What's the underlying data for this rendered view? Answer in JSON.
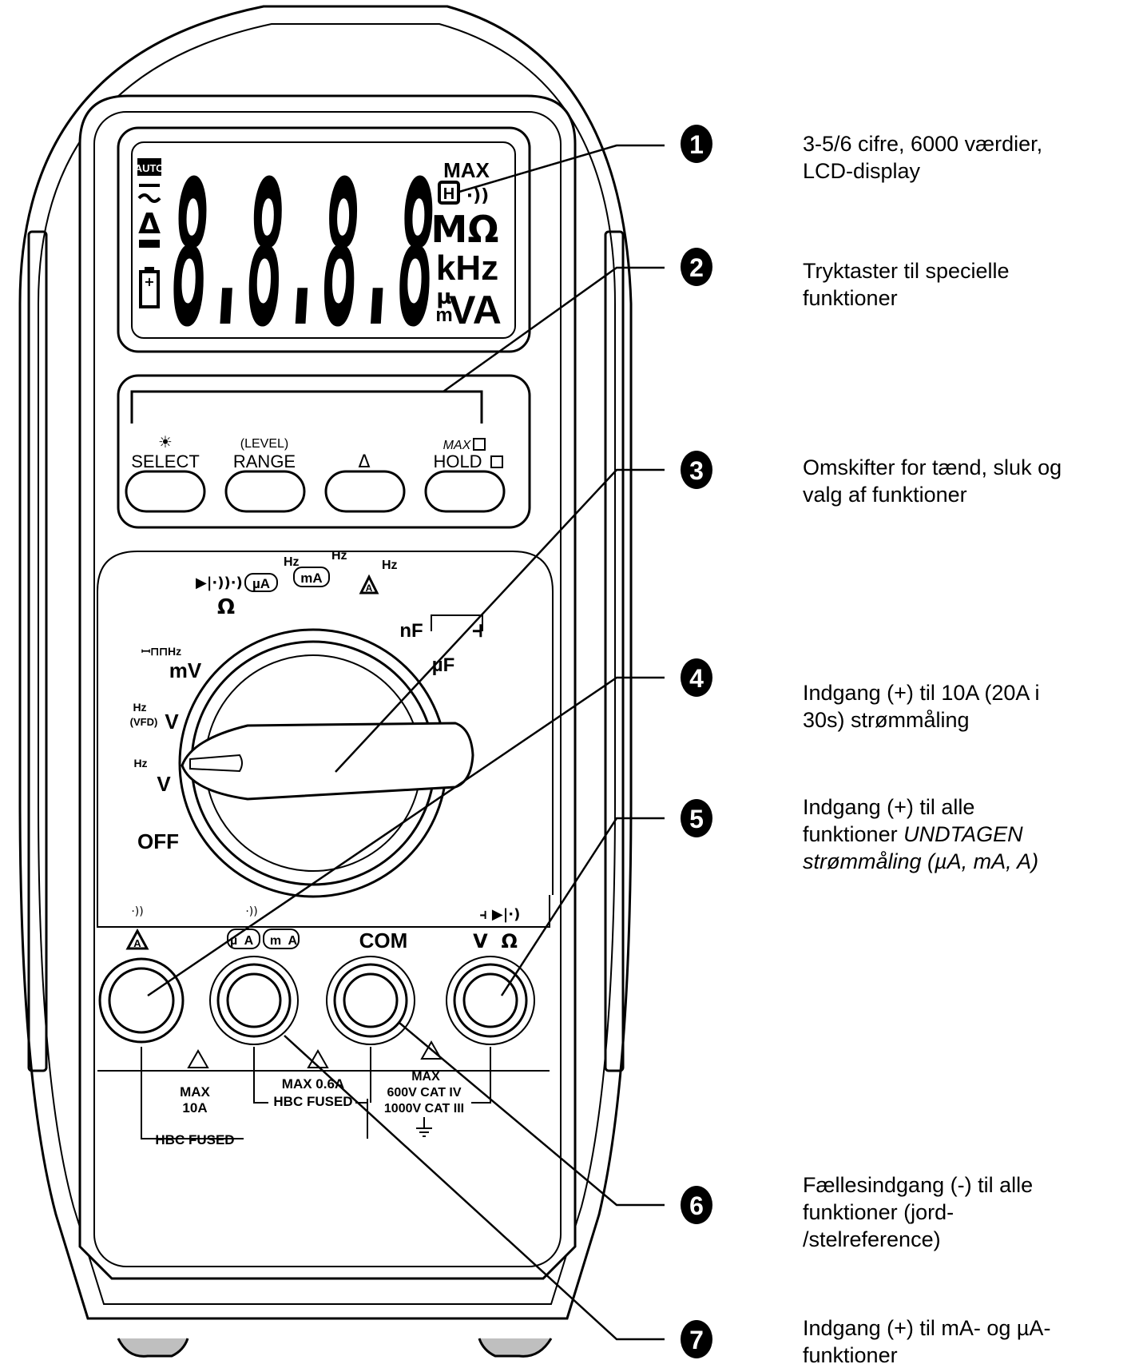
{
  "meter": {
    "lcd": {
      "auto": "AUTO",
      "digits": "8.8.8.8",
      "max": "MAX",
      "hold_icon": "H",
      "ohm_unit": "MΩ",
      "freq_unit": "kHz",
      "micro": "µ",
      "milli": "m",
      "va_unit": "VA"
    },
    "buttons": {
      "select_top": "☀",
      "select": "SELECT",
      "range_top": "(LEVEL)",
      "range": "RANGE",
      "delta": "Δ",
      "hold_top": "MAX",
      "hold": "HOLD"
    },
    "dial": {
      "ohm": "Ω",
      "hz1": "Hz",
      "hz2": "Hz",
      "hz3": "Hz",
      "ua": "µA",
      "ma": "mA",
      "a": "A",
      "nf": "nF",
      "uf": "µF",
      "mv_top": "ꟷ⊓⊓Hz",
      "mv": "mV",
      "vfd_hz": "Hz",
      "vfd": "(VFD)",
      "v_dc": "V",
      "hz_v": "Hz",
      "v_ac": "V",
      "off": "OFF"
    },
    "terminals": {
      "a": "A",
      "ua_ma": "µA mA",
      "com": "COM",
      "v_ohm": "V  Ω"
    },
    "ratings": {
      "t1_l1": "MAX",
      "t1_l2": "10A",
      "t1_l3": "HBC FUSED",
      "t2_l1": "MAX 0.6A",
      "t2_l2": "HBC FUSED",
      "t3_l1": "MAX",
      "t3_l2": "600V CAT IV",
      "t3_l3": "1000V CAT III"
    }
  },
  "callouts": [
    {
      "number": "1",
      "lines": [
        "3-5/6 cifre, 6000 værdier,",
        "LCD-display"
      ]
    },
    {
      "number": "2",
      "lines": [
        "Tryktaster til specielle",
        "funktioner"
      ]
    },
    {
      "number": "3",
      "lines": [
        "Omskifter for tænd, sluk og",
        "valg af funktioner"
      ]
    },
    {
      "number": "4",
      "lines": [
        "Indgang (+) til 10A (20A i",
        "30s) strømmåling"
      ]
    },
    {
      "number": "5",
      "lines": [
        "Indgang (+) til alle",
        "funktioner ",
        "UNDTAGEN",
        "strømmåling (µA, mA, A)"
      ]
    },
    {
      "number": "6",
      "lines": [
        "Fællesindgang (-) til alle",
        "funktioner (jord-",
        "/stelreference)"
      ]
    },
    {
      "number": "7",
      "lines": [
        "Indgang (+) til mA- og µA-",
        "funktioner"
      ]
    }
  ]
}
